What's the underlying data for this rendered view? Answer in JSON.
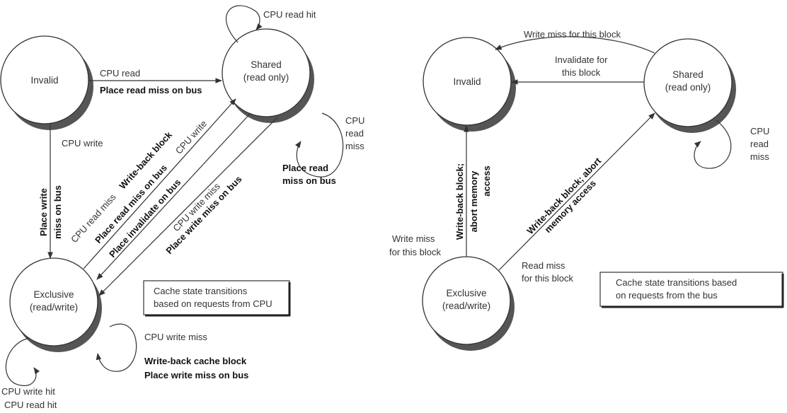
{
  "left": {
    "states": {
      "invalid": "Invalid",
      "shared_1": "Shared",
      "shared_2": "(read only)",
      "exclusive_1": "Exclusive",
      "exclusive_2": "(read/write)"
    },
    "labels": {
      "cpu_read_hit_top": "CPU read hit",
      "cpu_read": "CPU read",
      "place_read_miss_top": "Place read miss on bus",
      "cpu_write": "CPU write",
      "place_write_1": "Place write",
      "place_write_2": "miss on bus",
      "cpu_read_miss_diag": "CPU read miss",
      "write_back_block": "Write-back block",
      "place_read_miss_diag": "Place read miss on bus",
      "cpu_write_diag": "CPU write",
      "place_invalidate": "Place invalidate on bus",
      "cpu_write_miss_diag": "CPU write miss",
      "place_write_miss_diag": "Place write miss on bus",
      "cpu_read_miss_loop_1": "CPU",
      "cpu_read_miss_loop_2": "read",
      "cpu_read_miss_loop_3": "miss",
      "place_read_loop_1": "Place read",
      "place_read_loop_2": "miss on bus",
      "cpu_write_miss_loop": "CPU write miss",
      "wb_cache_block": "Write-back cache block",
      "place_write_miss_loop": "Place write miss on bus",
      "cpu_write_hit": "CPU write hit",
      "cpu_read_hit_bottom": "CPU read hit"
    },
    "caption_1": "Cache state transitions",
    "caption_2": "based on requests from CPU"
  },
  "right": {
    "states": {
      "invalid": "Invalid",
      "shared_1": "Shared",
      "shared_2": "(read only)",
      "exclusive_1": "Exclusive",
      "exclusive_2": "(read/write)"
    },
    "labels": {
      "write_miss_top": "Write miss for this block",
      "invalidate_1": "Invalidate for",
      "invalidate_2": "this block",
      "cpu_read_miss_1": "CPU",
      "cpu_read_miss_2": "read",
      "cpu_read_miss_3": "miss",
      "wb_abort_vert_1": "Write-back block;",
      "wb_abort_vert_2": "abort memory",
      "wb_abort_vert_3": "access",
      "write_miss_1": "Write miss",
      "write_miss_2": "for this block",
      "wb_abort_diag_1": "Write-back block; abort",
      "wb_abort_diag_2": "memory access",
      "read_miss_1": "Read miss",
      "read_miss_2": "for this block"
    },
    "caption_1": "Cache state transitions based",
    "caption_2": "on requests from the bus"
  }
}
